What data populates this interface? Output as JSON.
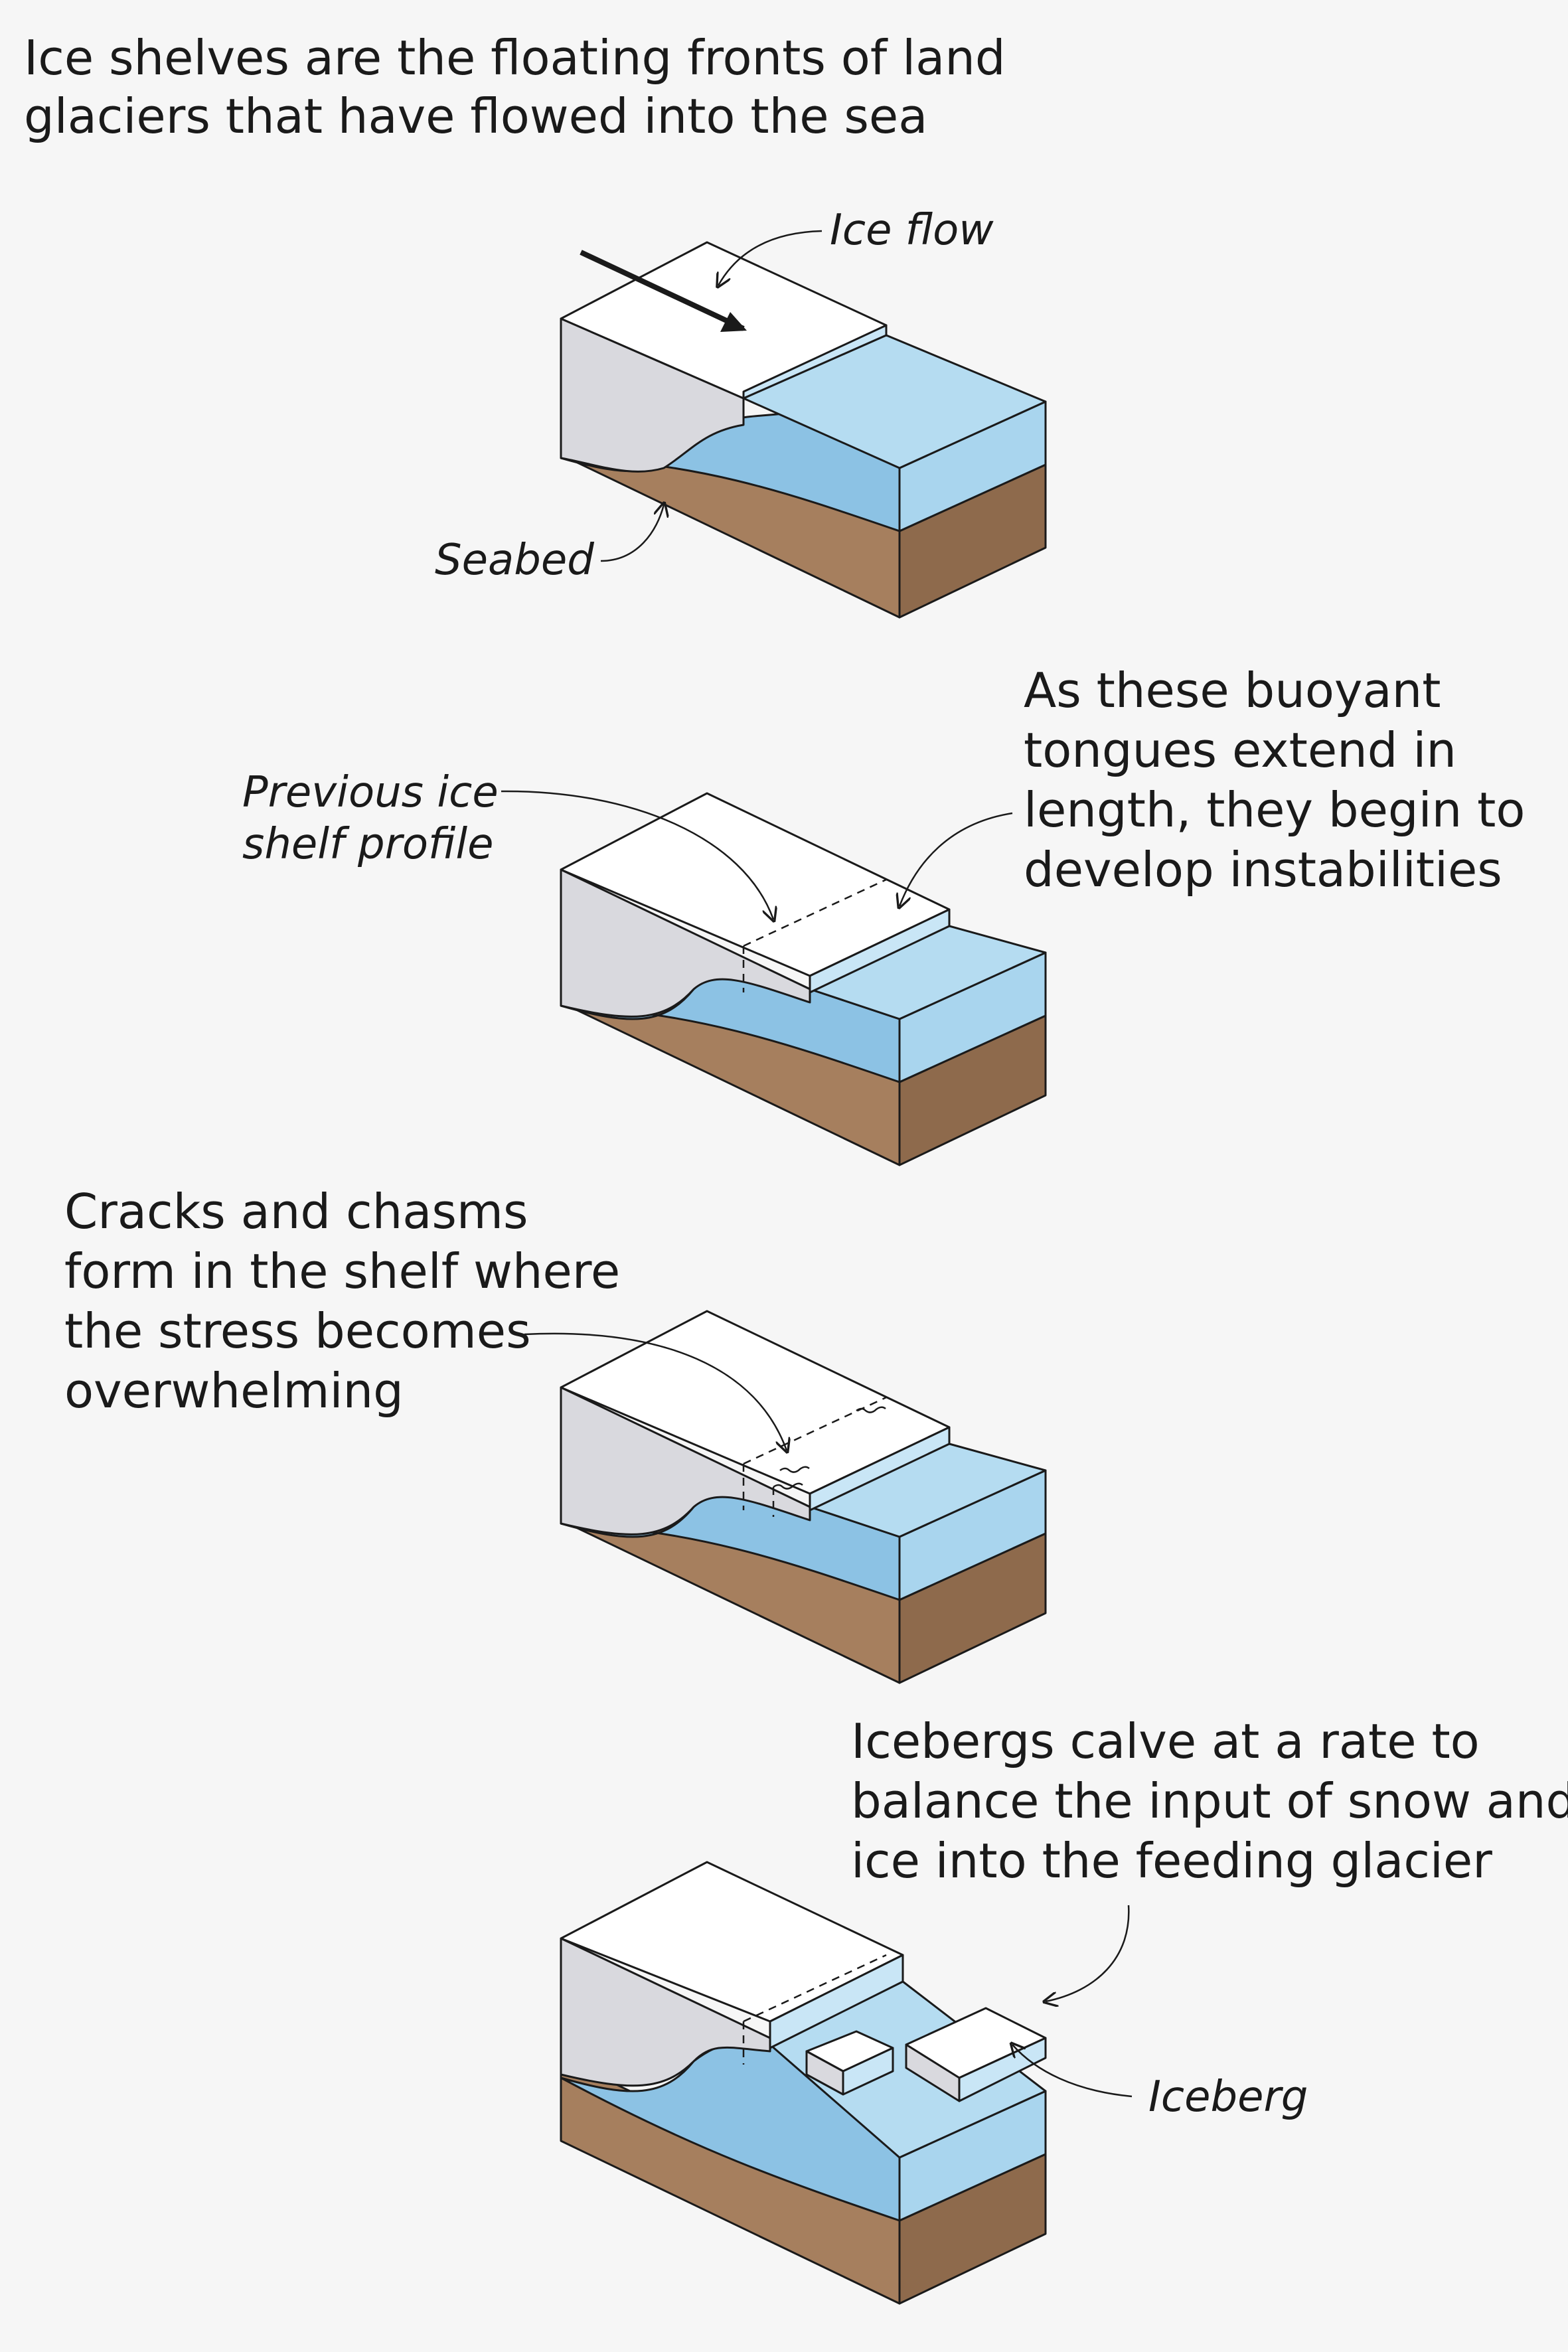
{
  "title": {
    "line1": "Ice shelves are the floating fronts of land",
    "line2": "glaciers that have flowed into the sea"
  },
  "panel1": {
    "ice_flow_label": "Ice flow",
    "seabed_label": "Seabed"
  },
  "panel2": {
    "previous_profile_line1": "Previous ice",
    "previous_profile_line2": "shelf profile",
    "note_line1": "As these buoyant",
    "note_line2": "tongues extend in",
    "note_line3": "length, they begin to",
    "note_line4": "develop instabilities"
  },
  "panel3": {
    "note_line1": "Cracks and chasms",
    "note_line2": "form in the shelf where",
    "note_line3": "the stress becomes",
    "note_line4": "overwhelming"
  },
  "panel4": {
    "note_line1": "Icebergs calve at a rate to",
    "note_line2": "balance the input of snow and",
    "note_line3": "ice into the feeding glacier",
    "iceberg_label": "Iceberg"
  },
  "colors": {
    "background": "#f6f6f6",
    "ice_top": "#ffffff",
    "ice_side": "#d9d9de",
    "sea_surface": "#a9d5ee",
    "sea_depth": "#8cc2e4",
    "seabed": "#a67f5e",
    "outline": "#1a1a1a"
  }
}
